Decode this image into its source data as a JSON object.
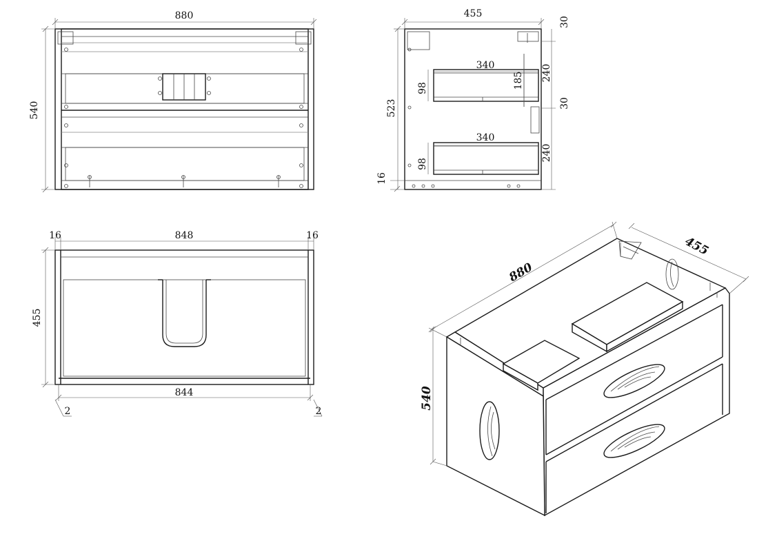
{
  "views": {
    "front": {
      "width_label": "880",
      "height_label": "540"
    },
    "side": {
      "depth_label": "455",
      "top_gap_label": "30",
      "drawer_width_top_label": "340",
      "drawer_height_top_label": "98",
      "drawer_inner_label": "185",
      "drawer_space_top_label": "240",
      "mid_gap_label": "30",
      "drawer_width_bottom_label": "340",
      "drawer_height_bottom_label": "98",
      "drawer_space_bottom_label": "240",
      "body_height_label": "523",
      "base_label": "16"
    },
    "top": {
      "left_panel_label": "16",
      "inner_width_label": "848",
      "right_panel_label": "16",
      "depth_label": "455",
      "bottom_width_label": "844",
      "left_gap_label": "2",
      "right_gap_label": "2"
    },
    "iso": {
      "width_label": "880",
      "depth_label": "455",
      "height_label": "540"
    }
  }
}
